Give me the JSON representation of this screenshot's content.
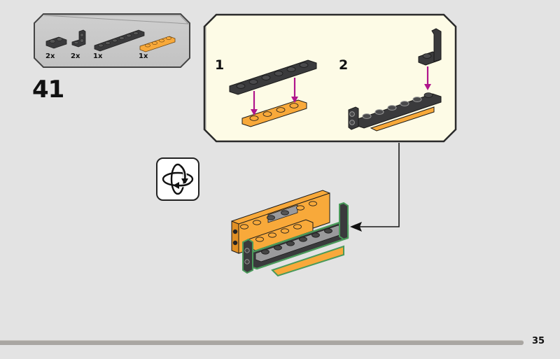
{
  "page": {
    "step_number": "41",
    "page_number": "35"
  },
  "parts_list": {
    "items": [
      {
        "name": "plate-1x2-rounded",
        "color": "dark-gray",
        "quantity": "2x"
      },
      {
        "name": "bracket-1x1-up",
        "color": "dark-gray",
        "quantity": "2x"
      },
      {
        "name": "plate-1x6",
        "color": "dark-gray",
        "quantity": "1x"
      },
      {
        "name": "plate-1x4",
        "color": "orange",
        "quantity": "1x"
      }
    ]
  },
  "substeps": [
    {
      "number": "1"
    },
    {
      "number": "2"
    }
  ],
  "icons": {
    "rotate": "rotate-model-icon",
    "arrow": "insert-arrow-icon"
  },
  "colors": {
    "background": "#e3e3e3",
    "parts_panel": "#c8c8c8",
    "substep_panel": "#fdfbe6",
    "brick_dark": "#3a3a3c",
    "brick_orange": "#f8a93a",
    "brick_gray": "#9a9a9c",
    "arrow_magenta": "#b0158c",
    "highlight_green": "#4a9a5a"
  }
}
